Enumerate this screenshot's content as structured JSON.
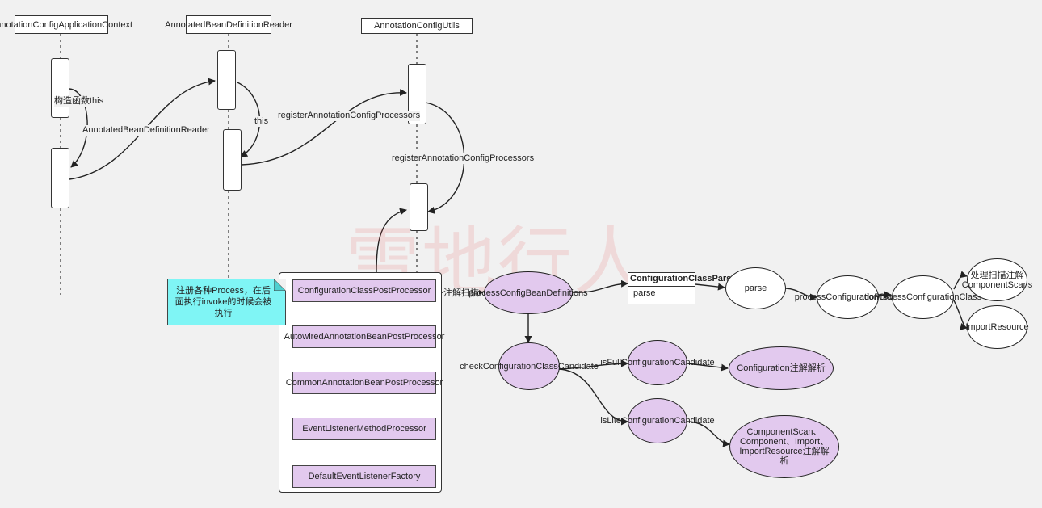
{
  "lifelines": [
    {
      "id": "ctx",
      "label": "AnnotationConfigApplicationContext"
    },
    {
      "id": "reader",
      "label": "AnnotatedBeanDefinitionReader"
    },
    {
      "id": "utils",
      "label": "AnnotationConfigUtils"
    }
  ],
  "messages": {
    "ctor_this": "构造函数this",
    "new_reader": "AnnotatedBeanDefinitionReader",
    "reader_this": "this",
    "register_1": "registerAnnotationConfigProcessors",
    "register_2": "registerAnnotationConfigProcessors"
  },
  "note": "注册各种Process，在后面执行invoke的时候会被执行",
  "processors": [
    "ConfigurationClassPostProcessor",
    "AutowiredAnnotationBeanPostProcessor",
    "CommonAnnotationBeanPostProcessor",
    "EventListenerMethodProcessor",
    "DefaultEventListenerFactory"
  ],
  "flow": {
    "scan_label": "注解扫描",
    "process_config": "processConfigBeanDefinitions",
    "parser_class": {
      "name": "ConfigurationClassParser",
      "method": "parse"
    },
    "parse": "parse",
    "process_config_class": "processConfigurationClass",
    "do_process": "doProcessConfigurationClass",
    "component_scans": "处理扫描注解ComponentScans",
    "import_resource": "ImportResource",
    "check_candidate": "checkConfigurationClassCandidate",
    "is_full": "isFullConfigurationCandidate",
    "is_lite": "isLiteConfigurationCandidate",
    "config_parse": "Configuration注解解析",
    "lite_parse": "ComponentScan、Component、Import、ImportResource注解解析"
  },
  "watermark": "雪地行人",
  "colors": {
    "purple": "#e2c9ee",
    "note": "#7ff5f5",
    "background": "#f1f1f1",
    "line": "#222222"
  }
}
